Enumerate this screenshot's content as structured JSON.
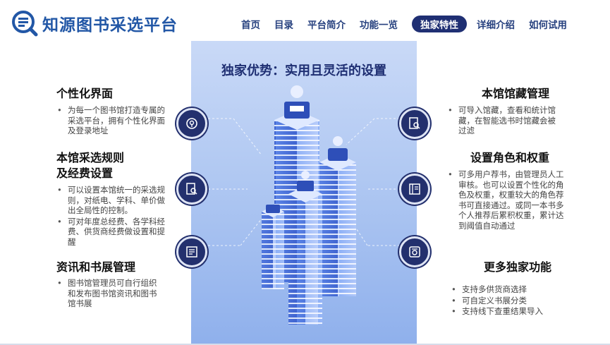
{
  "header": {
    "brand": "知源图书采选平台",
    "nav": [
      {
        "label": "首页",
        "active": false
      },
      {
        "label": "目录",
        "active": false
      },
      {
        "label": "平台简介",
        "active": false
      },
      {
        "label": "功能一览",
        "active": false
      },
      {
        "label": "独家特性",
        "active": true
      },
      {
        "label": "详细介绍",
        "active": false
      },
      {
        "label": "如何试用",
        "active": false
      }
    ]
  },
  "center": {
    "title": "独家优势：实用且灵活的设置"
  },
  "left": [
    {
      "title": "个性化界面",
      "bullets": [
        "为每一个图书馆打造专属的采选平台，拥有个性化界面及登录地址"
      ]
    },
    {
      "title_line1": "本馆采选规则",
      "title_line2": "及经费设置",
      "bullets": [
        "可以设置本馆统一的采选规则，对纸电、学科、单价做出全局性的控制。",
        "可对年度总经费、各学科经费、供货商经费做设置和提醒"
      ]
    },
    {
      "title": "资讯和书展管理",
      "bullets": [
        "图书馆管理员可自行组织和发布图书馆资讯和图书馆书展"
      ]
    }
  ],
  "right": [
    {
      "title": "本馆馆藏管理",
      "bullets": [
        "可导入馆藏，查看和统计馆藏，在智能选书时馆藏会被过滤"
      ]
    },
    {
      "title": "设置角色和权重",
      "bullets": [
        "可多用户荐书，由管理员人工审核。也可以设置个性化的角色及权重，权重较大的角色荐书可直接通过。或同一本书多个人推荐后累积权重，累计达到阈值自动通过"
      ]
    },
    {
      "title": "更多独家功能",
      "bullets": [
        "支持多供货商选择",
        "可自定义书展分类",
        "支持线下查重结果导入"
      ]
    }
  ],
  "colors": {
    "brand": "#2257a6",
    "nav": "#27417f",
    "active_bg": "#1f2f73",
    "circle": "#23306e"
  }
}
